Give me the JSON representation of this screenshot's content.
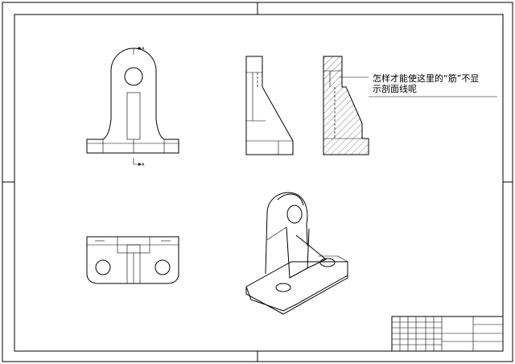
{
  "annotation": {
    "line1": "怎样才能使这里的“筋”不显",
    "line2": "示剖面线呢"
  },
  "section_marks": {
    "top": "A",
    "bottom": "A"
  },
  "colors": {
    "line": "#000000",
    "paper": "#ffffff"
  }
}
